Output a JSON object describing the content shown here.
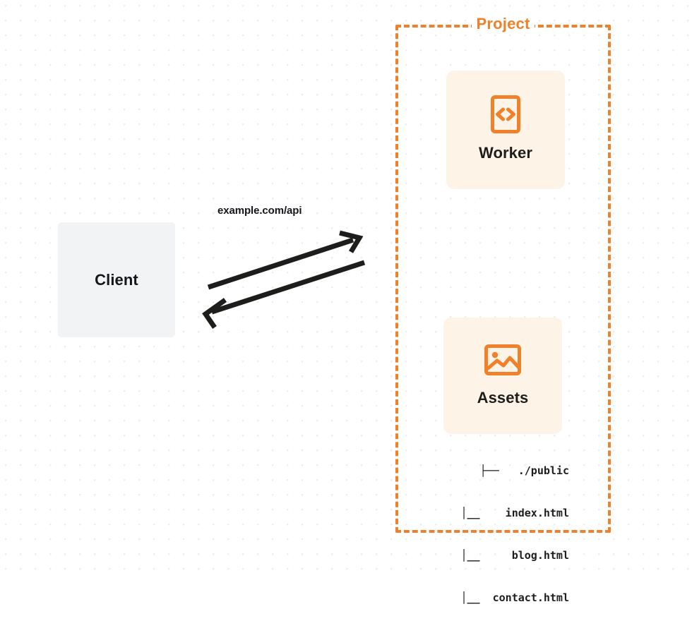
{
  "diagram": {
    "title": "Client to Project request flow",
    "background": {
      "dot_color": "#eceef0",
      "page_color": "#ffffff"
    },
    "colors": {
      "accent_orange": "#f1802a",
      "card_fill": "#fdf3e7",
      "client_fill": "#f2f3f5",
      "text_dark": "#16161a",
      "arrow_dark": "#1d1d1b"
    },
    "client": {
      "label": "Client"
    },
    "edge": {
      "label": "example.com/api",
      "request_direction": "client-to-project",
      "response_direction": "project-to-client"
    },
    "project": {
      "title": "Project",
      "border_style": "dashed",
      "services": [
        {
          "name": "Worker",
          "icon": "code-brackets-icon"
        },
        {
          "name": "Assets",
          "icon": "image-picture-icon"
        }
      ],
      "file_tree": [
        "├──   ./public",
        "│__    index.html",
        "│__     blog.html",
        "│__  contact.html"
      ]
    }
  }
}
